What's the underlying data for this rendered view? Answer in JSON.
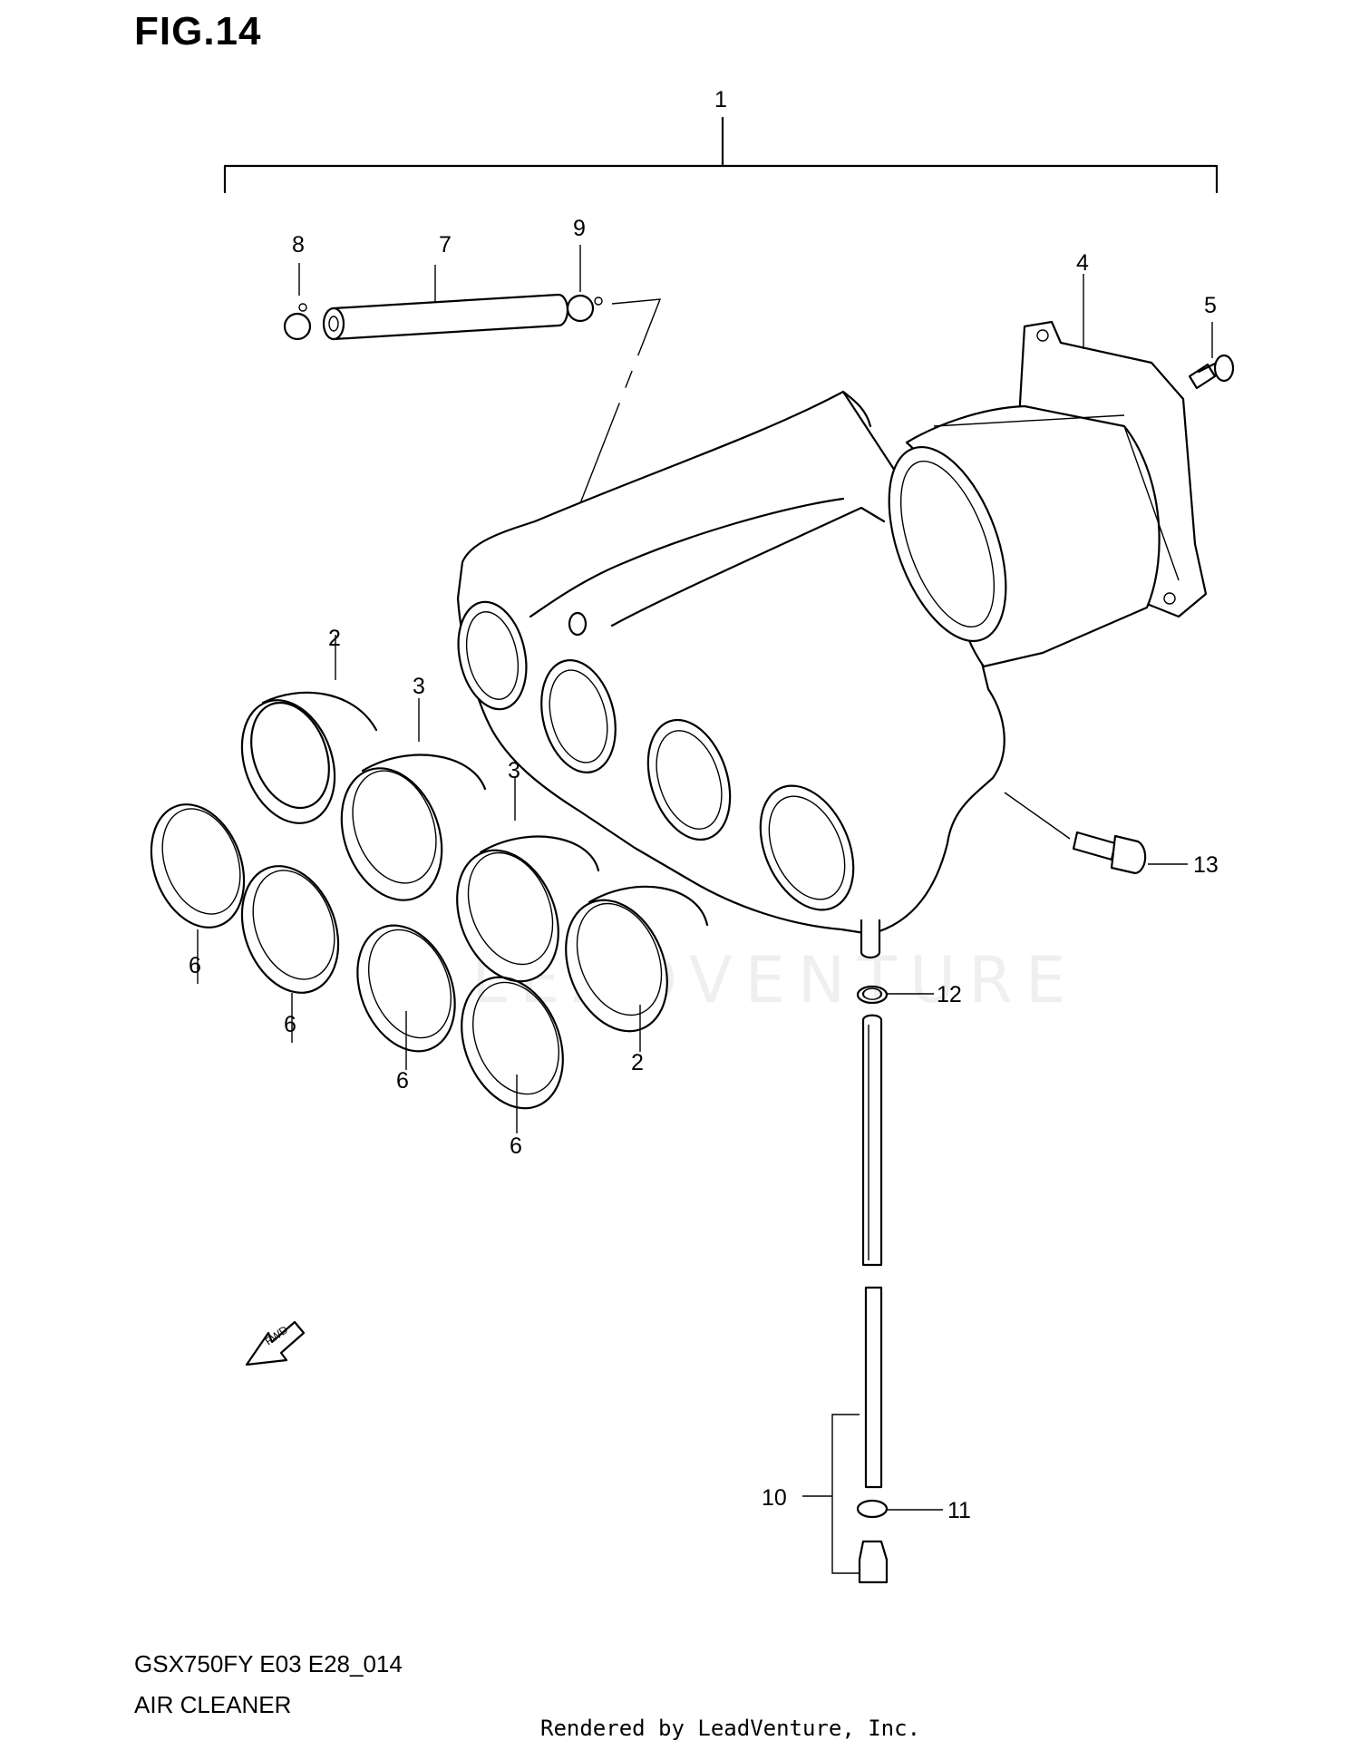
{
  "figure": {
    "title": "FIG.14",
    "model_code": "GSX750FY E03 E28_014",
    "section_name": "AIR CLEANER",
    "credit": "Rendered by LeadVenture, Inc.",
    "watermark": "LEADVENTURE"
  },
  "callouts": [
    {
      "id": "c1",
      "label": "1"
    },
    {
      "id": "c2a",
      "label": "2"
    },
    {
      "id": "c2b",
      "label": "2"
    },
    {
      "id": "c3a",
      "label": "3"
    },
    {
      "id": "c3b",
      "label": "3"
    },
    {
      "id": "c4",
      "label": "4"
    },
    {
      "id": "c5",
      "label": "5"
    },
    {
      "id": "c6a",
      "label": "6"
    },
    {
      "id": "c6b",
      "label": "6"
    },
    {
      "id": "c6c",
      "label": "6"
    },
    {
      "id": "c6d",
      "label": "6"
    },
    {
      "id": "c7",
      "label": "7"
    },
    {
      "id": "c8",
      "label": "8"
    },
    {
      "id": "c9",
      "label": "9"
    },
    {
      "id": "c10",
      "label": "10"
    },
    {
      "id": "c11",
      "label": "11"
    },
    {
      "id": "c12",
      "label": "12"
    },
    {
      "id": "c13",
      "label": "13"
    }
  ],
  "fwd_marker": {
    "label": "FWD"
  }
}
